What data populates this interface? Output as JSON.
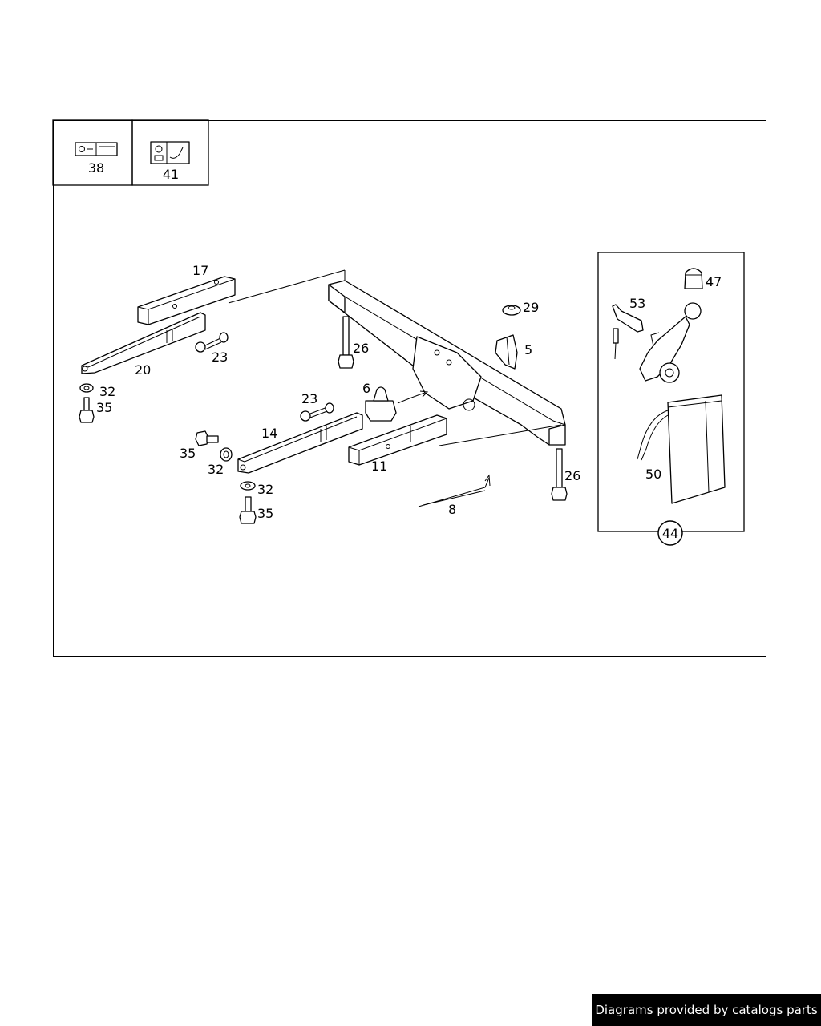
{
  "legend": {
    "box_a_label": "38",
    "box_b_label": "41"
  },
  "callouts": {
    "c17": "17",
    "c20": "20",
    "c23a": "23",
    "c23b": "23",
    "c32a": "32",
    "c35a": "35",
    "c35b": "35",
    "c32b": "32",
    "c32c": "32",
    "c35c": "35",
    "c14": "14",
    "c11": "11",
    "c6": "6",
    "c26a": "26",
    "c26b": "26",
    "c29": "29",
    "c5": "5",
    "c8": "8",
    "c53": "53",
    "c47": "47",
    "c50": "50",
    "c44": "44"
  },
  "footer": {
    "text": "Diagrams provided by catalogs parts"
  }
}
